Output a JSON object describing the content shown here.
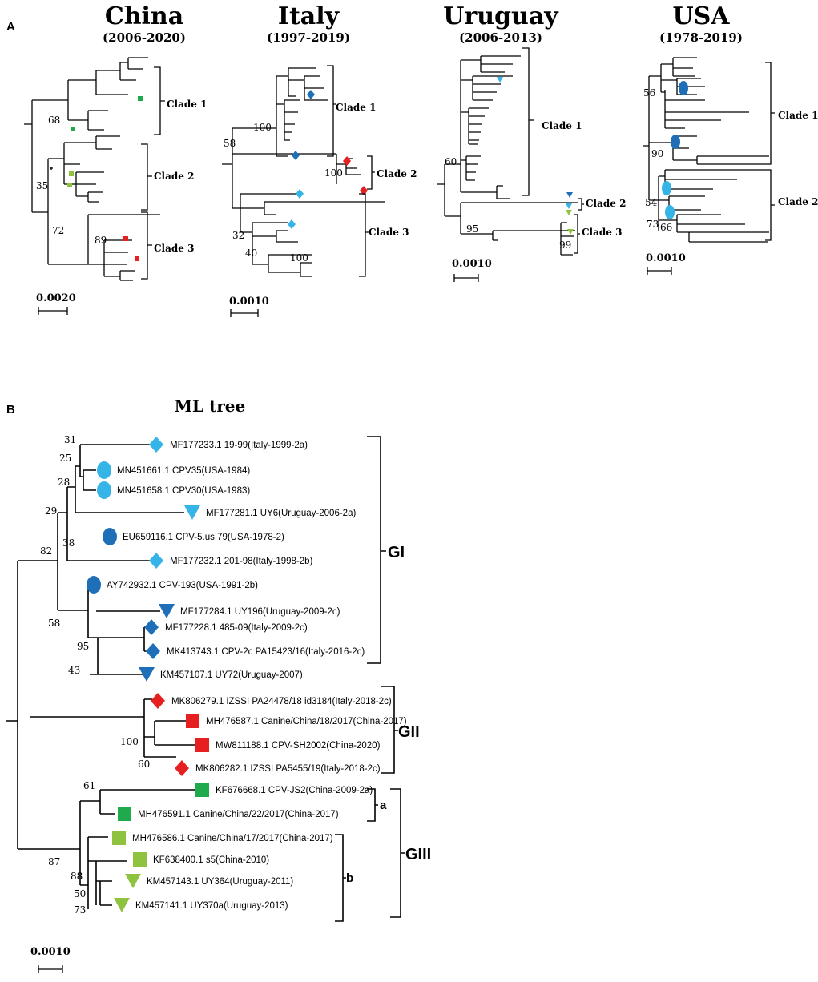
{
  "colors": {
    "light_blue": "#35b4e8",
    "dark_blue": "#1f6fb8",
    "red": "#e62020",
    "green": "#1faa4d",
    "light_green": "#8fc33f"
  },
  "panel_a": {
    "label": "A",
    "trees": [
      {
        "country": "China",
        "years": "(2006-2020)",
        "clades": [
          "Clade 1",
          "Clade 2",
          "Clade 3"
        ],
        "bootstrap": [
          "68",
          "35",
          "72",
          "89"
        ],
        "scale": "0.0020"
      },
      {
        "country": "Italy",
        "years": "(1997-2019)",
        "clades": [
          "Clade 1",
          "Clade 2",
          "Clade 3"
        ],
        "bootstrap": [
          "100",
          "58",
          "100",
          "32",
          "40",
          "100"
        ],
        "scale": "0.0010"
      },
      {
        "country": "Uruguay",
        "years": "(2006-2013)",
        "clades": [
          "Clade 1",
          "Clade 2",
          "Clade 3"
        ],
        "bootstrap": [
          "60",
          "95",
          "99"
        ],
        "scale": "0.0010"
      },
      {
        "country": "USA",
        "years": "(1978-2019)",
        "clades": [
          "Clade 1",
          "Clade 2"
        ],
        "bootstrap": [
          "56",
          "90",
          "54",
          "73",
          "66"
        ],
        "scale": "0.0010"
      }
    ]
  },
  "panel_b": {
    "label": "B",
    "title": "ML tree",
    "leaves": [
      {
        "label": "MF177233.1 19-99(Italy-1999-2a)",
        "shape": "diamond",
        "color": "light_blue"
      },
      {
        "label": "MN451661.1 CPV35(USA-1984)",
        "shape": "circle",
        "color": "light_blue"
      },
      {
        "label": "MN451658.1 CPV30(USA-1983)",
        "shape": "circle",
        "color": "light_blue"
      },
      {
        "label": "MF177281.1 UY6(Uruguay-2006-2a)",
        "shape": "triangle",
        "color": "light_blue"
      },
      {
        "label": "EU659116.1 CPV-5.us.79(USA-1978-2)",
        "shape": "circle",
        "color": "dark_blue"
      },
      {
        "label": "MF177232.1 201-98(Italy-1998-2b)",
        "shape": "diamond",
        "color": "light_blue"
      },
      {
        "label": "AY742932.1 CPV-193(USA-1991-2b)",
        "shape": "circle",
        "color": "dark_blue"
      },
      {
        "label": "MF177284.1 UY196(Uruguay-2009-2c)",
        "shape": "triangle",
        "color": "dark_blue"
      },
      {
        "label": "MF177228.1 485-09(Italy-2009-2c)",
        "shape": "diamond",
        "color": "dark_blue"
      },
      {
        "label": "MK413743.1 CPV-2c PA15423/16(Italy-2016-2c)",
        "shape": "diamond",
        "color": "dark_blue"
      },
      {
        "label": "KM457107.1 UY72(Uruguay-2007)",
        "shape": "triangle",
        "color": "dark_blue"
      },
      {
        "label": "MK806279.1 IZSSI PA24478/18 id3184(Italy-2018-2c)",
        "shape": "diamond",
        "color": "red"
      },
      {
        "label": "MH476587.1 Canine/China/18/2017(China-2017)",
        "shape": "square",
        "color": "red"
      },
      {
        "label": "MW811188.1 CPV-SH2002(China-2020)",
        "shape": "square",
        "color": "red"
      },
      {
        "label": "MK806282.1 IZSSI PA5455/19(Italy-2018-2c)",
        "shape": "diamond",
        "color": "red"
      },
      {
        "label": "KF676668.1 CPV-JS2(China-2009-2a)",
        "shape": "square",
        "color": "green"
      },
      {
        "label": "MH476591.1 Canine/China/22/2017(China-2017)",
        "shape": "square",
        "color": "green"
      },
      {
        "label": "MH476586.1 Canine/China/17/2017(China-2017)",
        "shape": "square",
        "color": "light_green"
      },
      {
        "label": "KF638400.1 s5(China-2010)",
        "shape": "square",
        "color": "light_green"
      },
      {
        "label": "KM457143.1 UY364(Uruguay-2011)",
        "shape": "triangle",
        "color": "light_green"
      },
      {
        "label": "KM457141.1 UY370a(Uruguay-2013)",
        "shape": "triangle",
        "color": "light_green"
      }
    ],
    "bootstrap": [
      "31",
      "25",
      "28",
      "29",
      "38",
      "82",
      "58",
      "95",
      "43",
      "100",
      "60",
      "61",
      "87",
      "88",
      "50",
      "73"
    ],
    "groups": [
      "GI",
      "GII",
      "GIII"
    ],
    "subgroups": [
      "a",
      "b"
    ],
    "scale": "0.0010"
  }
}
